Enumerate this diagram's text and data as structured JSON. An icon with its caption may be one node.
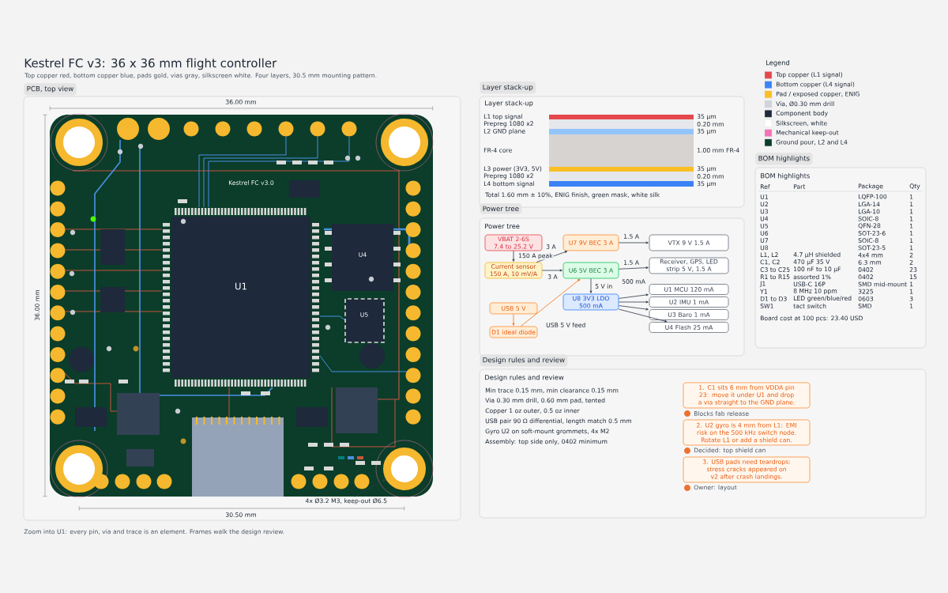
{
  "diagram": {
    "title": "Kestrel FC v3: 36 x 36 mm flight controller",
    "caption": "Zoom into U1: every pin, via and trace is an element. Frames walk the design review.",
    "nodes": [
      {
        "text": [
          "PCB, top view"
        ]
      },
      {
        "text": [],
        "shape": "circle",
        "in": 0
      },
      {
        "text": [
          "4x Ø3.2 M3, keep-out Ø6.5"
        ],
        "in": 0
      },
      {
        "text": [
          "Layer stack-up",
          "Layer stack-up"
        ]
      },
      {
        "text": [
          "Power tree",
          "Power tree"
        ]
      },
      {
        "text": [
          "VBAT 2-6S 7.4 to 25.2 V"
        ],
        "in": 4
      },
      {
        "text": [
          "Current sensor 150 A, 10 mV/A"
        ],
        "in": 4
      },
      {
        "text": [
          "USB 5 V"
        ],
        "in": 4
      },
      {
        "text": [
          "D1 ideal diode"
        ],
        "in": 4
      },
      {
        "text": [
          "U7 9V BEC 3 A"
        ],
        "in": 4
      },
      {
        "text": [
          "U6 5V BEC 3 A"
        ],
        "in": 4
      },
      {
        "text": [
          "U8 3V3 LDO 500 mA"
        ],
        "in": 4
      },
      {
        "text": [
          "VTX 9 V 1.5 A"
        ],
        "in": 4
      },
      {
        "text": [
          "Receiver, GPS, LED strip 5 V, 1.5 A"
        ],
        "in": 4
      },
      {
        "text": [
          "U1 MCU 120 mA"
        ],
        "in": 4
      },
      {
        "text": [
          "U2 IMU 1 mA"
        ],
        "in": 4
      },
      {
        "text": [
          "U3 Baro 1 mA"
        ],
        "in": 4
      },
      {
        "text": [
          "U4 Flash 25 mA"
        ],
        "in": 4
      },
      {
        "text": [
          "BOM highlights",
          "BOM highlights"
        ]
      },
      {
        "text": [
          "Design rules and review",
          "Design rules and review"
        ]
      },
      {
        "text": [
          "1. C1 sits 6 mm from VDDA pin 23: move it under U1 and drop a via straight to the GND plane."
        ],
        "beside": [
          "Blocks fab release"
        ],
        "in": 19
      },
      {
        "text": [
          "2. U2 gyro is 4 mm from L1: EMI risk on the 500 kHz switch node. Rotate L1 or add a shield can."
        ],
        "beside": [
          "Decided: top shield can"
        ],
        "in": 19
      },
      {
        "text": [
          "3. USB pads need teardrops: stress cracks appeared on v2 after crash landings."
        ],
        "beside": [
          "Owner: layout"
        ],
        "in": 19
      }
    ],
    "edges": [
      {
        "from": 5,
        "to": 6,
        "arrow": "to",
        "label": "150 A peak"
      },
      {
        "from": 6,
        "to": 9,
        "arrow": "to",
        "label": "3 A"
      },
      {
        "from": 6,
        "to": 10,
        "arrow": "to",
        "label": "3 A"
      },
      {
        "from": 7,
        "to": 8,
        "arrow": "to",
        "color": "#f97316"
      },
      {
        "from": 8,
        "to": 10,
        "arrow": "to",
        "color": "#f97316",
        "label": "USB 5 V feed"
      },
      {
        "from": 9,
        "to": 12,
        "arrow": "to",
        "label": "1.5 A"
      },
      {
        "from": 10,
        "to": 13,
        "arrow": "to",
        "label": "1.5 A"
      },
      {
        "from": 10,
        "to": 11,
        "arrow": "to",
        "label": "5 V in"
      },
      {
        "from": 11,
        "to": 14,
        "arrow": "to",
        "label": "500 mA"
      },
      {
        "from": 11,
        "to": 15,
        "arrow": "to"
      },
      {
        "from": 11,
        "to": 16,
        "arrow": "to"
      },
      {
        "from": 11,
        "to": 17,
        "arrow": "to"
      },
      {
        "from": 2,
        "to": 1,
        "arrow": "to"
      }
    ],
    "labels": [
      "Top copper red, bottom copper blue, pads gold, vias gray, silkscreen white. Four layers, 30.5 mm mounting pattern.",
      "36.00 mm",
      "36.00 mm",
      "30.50 mm",
      "Kestrel FC v3.0",
      "U1",
      "U4",
      "U5",
      "L1 top signal",
      "35 µm",
      "Prepreg 1080 x2",
      "0.20 mm",
      "L2 GND plane",
      "35 µm",
      "FR-4 core",
      "1.00 mm FR-4",
      "L3 power (3V3, 5V)",
      "35 µm",
      "Prepreg 1080 x2",
      "0.20 mm",
      "L4 bottom signal",
      "35 µm",
      "Total 1.60 mm ± 10%, ENIG finish, green mask, white silk",
      "Legend",
      "Ref",
      "Part",
      "Package",
      "Qty",
      "U1",
      "LQFP-100",
      "1",
      "U2",
      "LGA-14",
      "1",
      "U3",
      "LGA-10",
      "1",
      "U4",
      "SOIC-8",
      "1",
      "U5",
      "QFN-28",
      "1",
      "U6",
      "SOT-23-6",
      "1",
      "U7",
      "SOIC-8",
      "1",
      "U8",
      "SOT-23-5",
      "1",
      "L1, L2",
      "4.7 µH shielded",
      "4x4 mm",
      "2",
      "C1, C2",
      "470 µF 35 V",
      "6.3 mm",
      "2",
      "C3 to C25",
      "100 nF to 10 µF",
      "0402",
      "23",
      "R1 to R15",
      "assorted 1%",
      "0402",
      "15",
      "J1",
      "USB-C 16P",
      "SMD mid-mount",
      "1",
      "Y1",
      "8 MHz 10 ppm",
      "3225",
      "1",
      "D1 to D3",
      "LED green/blue/red",
      "0603",
      "3",
      "SW1",
      "tact switch",
      "SMD",
      "1",
      "Board cost at 100 pcs: 23.40 USD",
      "Min trace 0.15 mm, min clearance 0.15 mm",
      "Via 0.30 mm drill, 0.60 mm pad, tented",
      "Copper 1 oz outer, 0.5 oz inner",
      "USB pair 90 Ω differential, length match 0.5 mm",
      "Gyro U2 on soft-mount grommets, 4x M2",
      "Assembly: top side only, 0402 minimum"
    ],
    "legend": [
      {
        "text": "Top copper (L1 signal)",
        "color": "#e5484d"
      },
      {
        "text": "Bottom copper (L4 signal)",
        "color": "#3b82f6"
      },
      {
        "text": "Pad / exposed copper, ENIG",
        "color": "#fbbf24"
      },
      {
        "text": "Via, Ø0.30 mm drill",
        "color": "#d1d5db"
      },
      {
        "text": "Component body",
        "color": "#1e293b"
      },
      {
        "text": "Silkscreen, white",
        "color": "#ffffff"
      },
      {
        "text": "Mechanical keep-out",
        "color": "#f472b6"
      },
      {
        "text": "Ground pour, L2 and L4",
        "color": "#0b3d2a"
      }
    ]
  }
}
